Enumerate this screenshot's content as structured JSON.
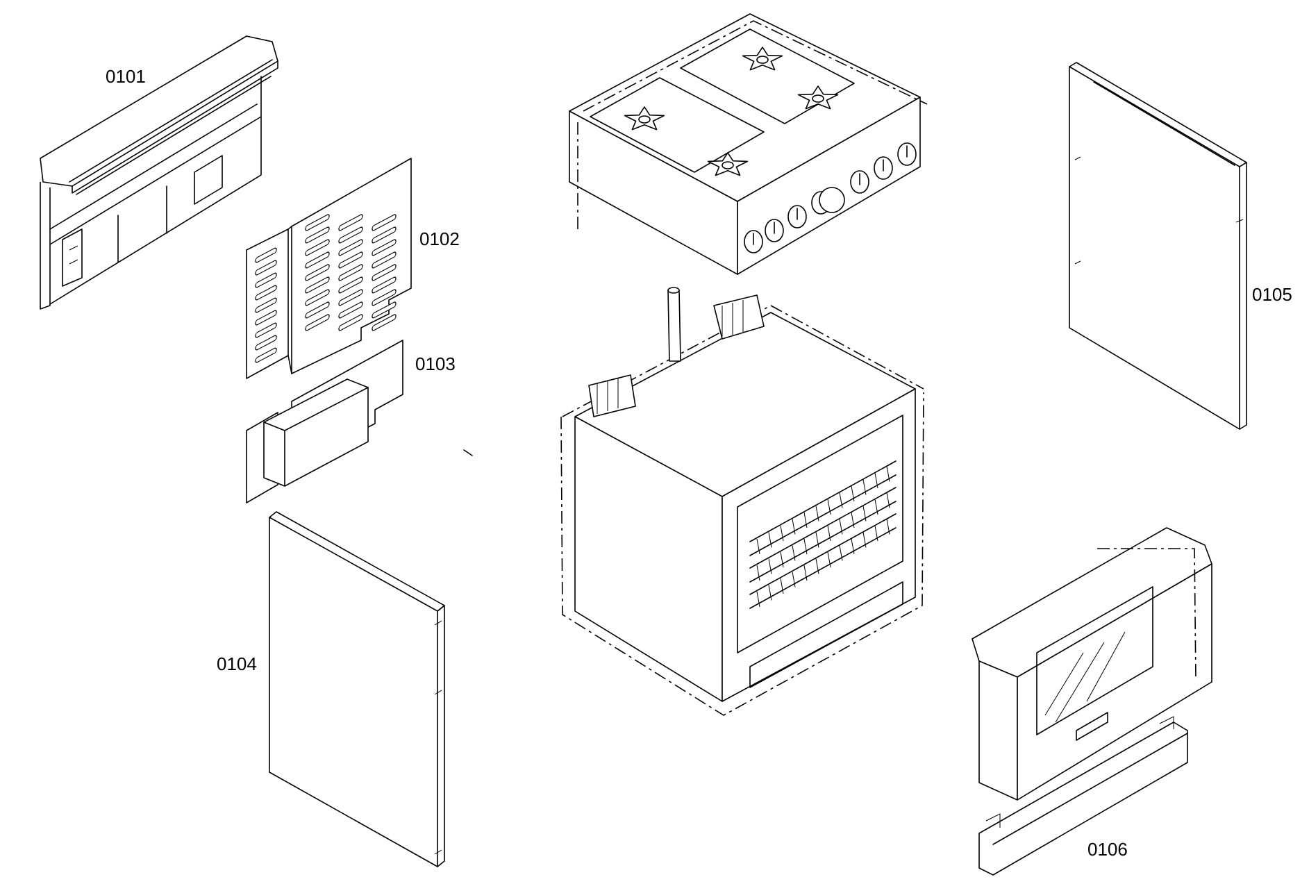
{
  "diagram": {
    "parts": [
      {
        "id": "0101"
      },
      {
        "id": "0102"
      },
      {
        "id": "0103"
      },
      {
        "id": "0104"
      },
      {
        "id": "0105"
      },
      {
        "id": "0106"
      }
    ]
  }
}
